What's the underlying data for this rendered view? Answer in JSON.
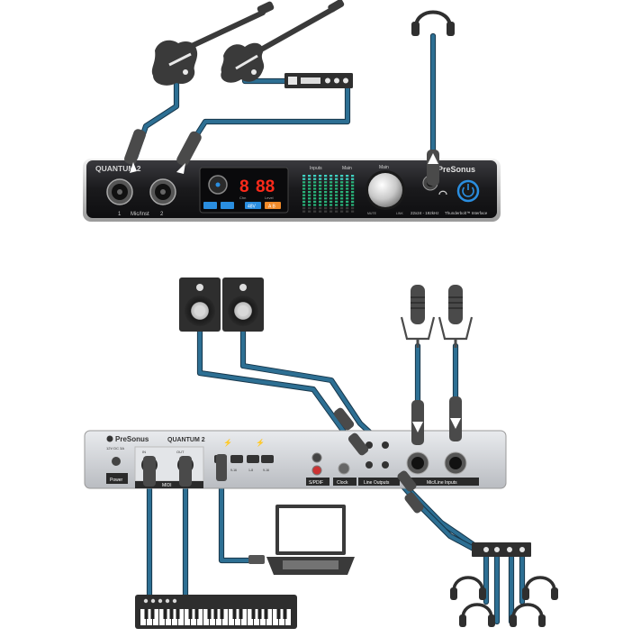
{
  "front_panel": {
    "brand": "QUANTUM 2",
    "mic_label": "Mic/Inst",
    "ch1": "1",
    "ch2": "2",
    "display_left": "8",
    "display_right": "88",
    "display_sub_left": "Chn",
    "display_sub_right": "Level",
    "btn_48v": "48V",
    "btn_ab": "A B",
    "inputs_label": "Inputs",
    "main_label": "Main",
    "knob_label": "Main",
    "knob_min": "MUTE",
    "knob_max": "LINK",
    "logo": "PreSonus",
    "spec": "22x24 - 192kHz",
    "interface_name": "Thunderbolt™ Interface"
  },
  "rear_panel": {
    "logo": "PreSonus",
    "brand": "QUANTUM 2",
    "power_spec": "12V DC 3A",
    "power_label": "Power",
    "midi_in": "IN",
    "midi_out": "OUT",
    "midi_label": "MIDI",
    "adat_labels": [
      "1-8",
      "9-16",
      "1-8",
      "9-16"
    ],
    "spdif_label": "S/PDIF",
    "clock_label": "Clock",
    "line_outputs_label": "Line Outputs",
    "inputs_label": "Mic/Line Inputs"
  },
  "colors": {
    "cable": "#2d6f93",
    "cable_dark": "#17364a",
    "device_black": "#1c1c1e",
    "display_red": "#ff2a1a",
    "accent_blue": "#2a8ee0"
  },
  "icons": [
    "electric-guitar-icon",
    "electric-guitar-icon",
    "rack-effect-unit-icon",
    "headphones-icon",
    "studio-monitor-icon",
    "studio-monitor-icon",
    "condenser-microphone-icon",
    "condenser-microphone-icon",
    "laptop-icon",
    "midi-keyboard-icon",
    "headphone-amp-icon",
    "headphones-icon"
  ]
}
